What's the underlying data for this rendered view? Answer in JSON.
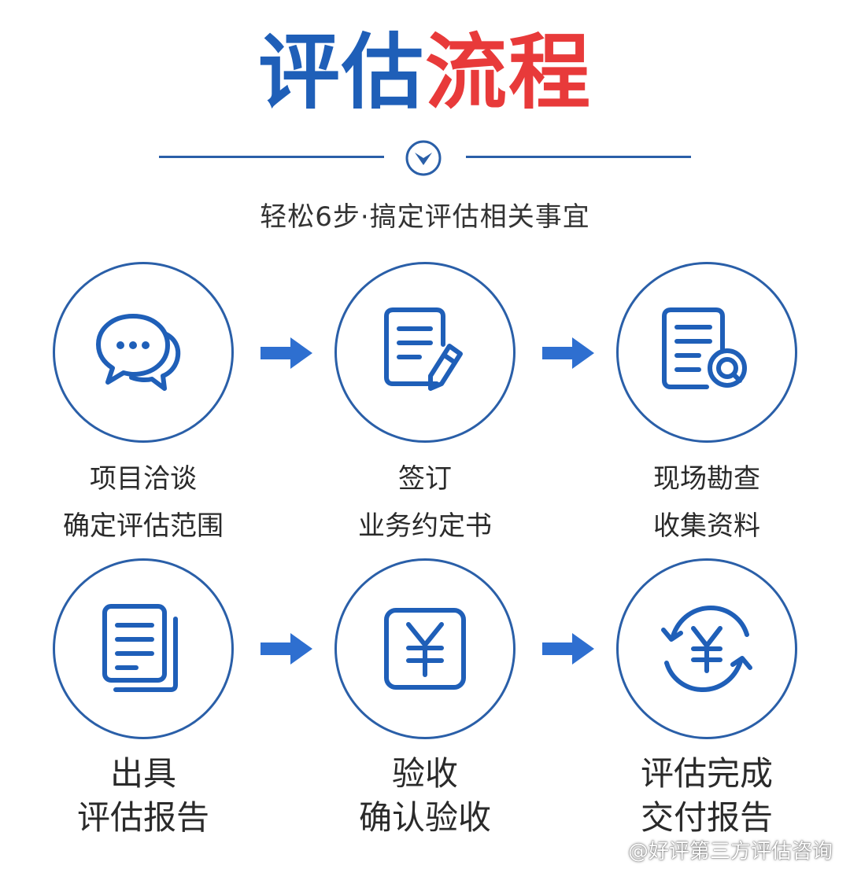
{
  "header": {
    "title_part1": "评估",
    "title_part2": "流程",
    "subtitle": "轻松6步·搞定评估相关事宜"
  },
  "steps": [
    {
      "icon": "chat-bubbles-icon",
      "line1": "项目洽谈",
      "line2": "确定评估范围"
    },
    {
      "icon": "document-pen-icon",
      "line1": "签订",
      "line2": "业务约定书"
    },
    {
      "icon": "document-search-icon",
      "line1": "现场勘查",
      "line2": "收集资料"
    },
    {
      "icon": "stacked-documents-icon",
      "line1": "出具",
      "line2": "评估报告"
    },
    {
      "icon": "yuan-box-icon",
      "line1": "验收",
      "line2": "确认验收"
    },
    {
      "icon": "yuan-cycle-icon",
      "line1": "评估完成",
      "line2": "交付报告"
    }
  ],
  "watermark": "@好评第三方评估咨询",
  "colors": {
    "blue": "#2a5fa8",
    "red": "#e83a3a",
    "icon_blue": "#1f5fb8",
    "arrow_blue": "#2e6fd0"
  }
}
